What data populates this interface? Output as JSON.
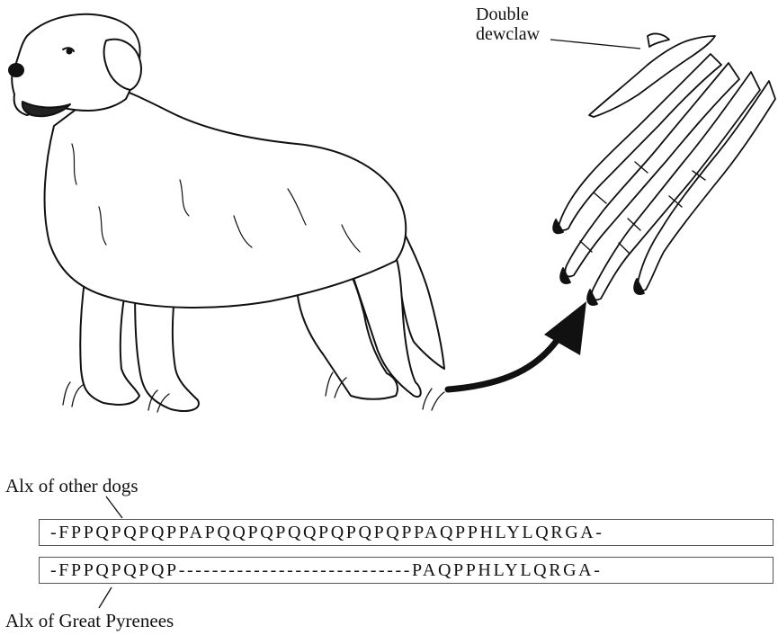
{
  "dewclaw_label": [
    "Double",
    "dewclaw"
  ],
  "sequences": {
    "other": {
      "label": "Alx of other dogs",
      "sequence": "-FPPQPQPQPPAPQQPQPQQPQPQPQPPAQPPHLYLQRGA-"
    },
    "pyrenees": {
      "label": "Alx of Great Pyrenees",
      "sequence": "-FPPQPQPQP----------------------------PAQPPHLYLQRGA-"
    }
  },
  "icons": [
    "dog-illustration",
    "paw-skeleton-icon",
    "curved-arrow-icon"
  ]
}
